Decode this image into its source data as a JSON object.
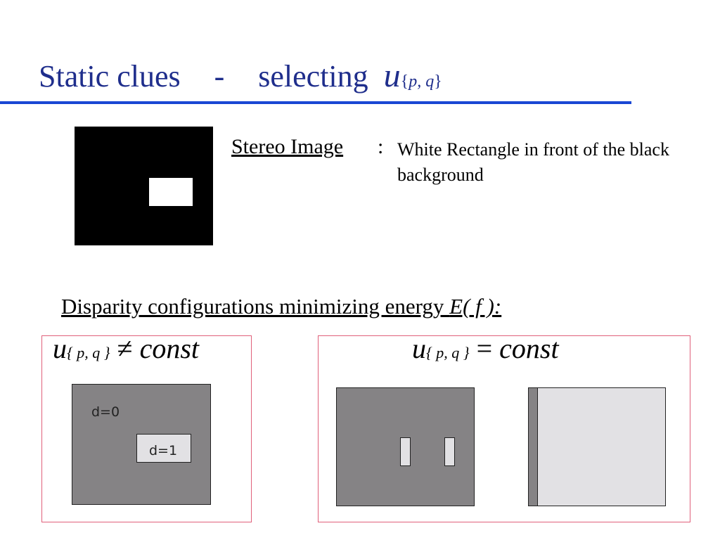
{
  "slide": {
    "title": {
      "text": "Static clues",
      "dash": "-",
      "word": "selecting",
      "math_var": "u",
      "math_sub_open": "{",
      "math_sub_vars": "p, q",
      "math_sub_close": "}"
    },
    "stereo": {
      "label": "Stereo Image",
      "colon": ":",
      "description": "White Rectangle in front of the black background"
    },
    "disparity": {
      "heading": "Disparity configurations minimizing energy ",
      "energy": "E( f ):"
    },
    "left_case": {
      "var": "u",
      "sub": "{ p, q }",
      "op": "≠",
      "rhs": "const",
      "label_outer": "d=0",
      "label_inner": "d=1"
    },
    "right_case": {
      "var": "u",
      "sub": "{ p, q }",
      "op": "=",
      "rhs": "const"
    }
  },
  "colors": {
    "title": "#1f2e8c",
    "title_rule": "#1a47d4",
    "panel_border": "#e0607a",
    "dark_gray": "#858385",
    "light_gray": "#e2e1e4"
  }
}
